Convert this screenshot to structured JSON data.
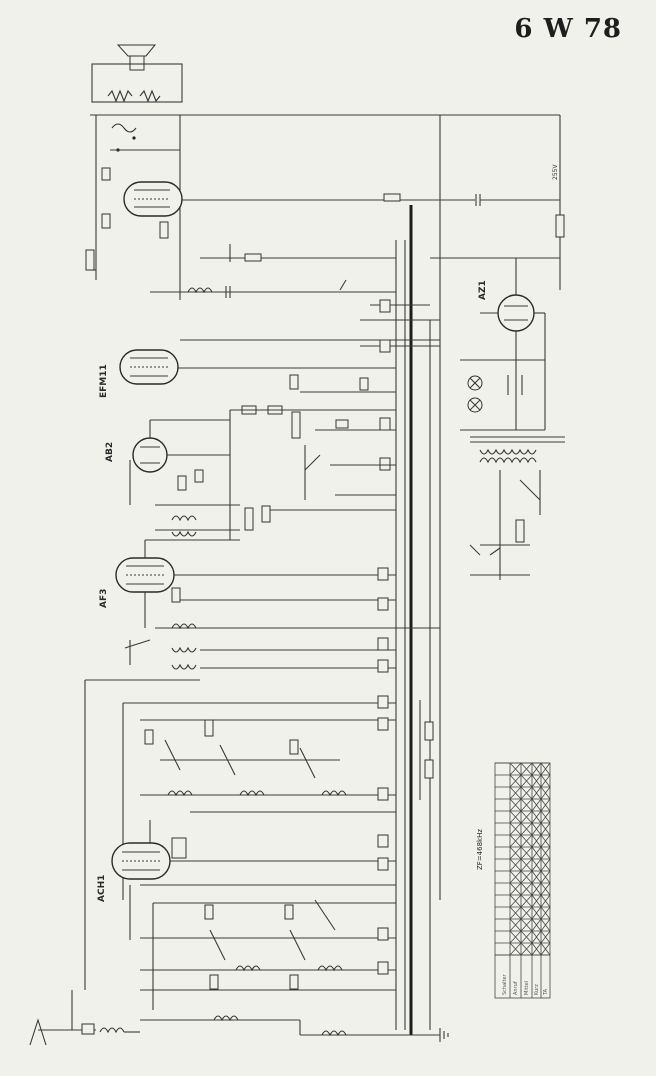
{
  "title": "6 W 78",
  "tubes": [
    {
      "id": "EFM11",
      "label": "EFM11"
    },
    {
      "id": "AB2",
      "label": "AB2"
    },
    {
      "id": "AF3",
      "label": "AF3"
    },
    {
      "id": "ACH1",
      "label": "ACH1"
    },
    {
      "id": "AZ1",
      "label": "AZ1"
    }
  ],
  "annotations": {
    "power_voltage": "255V",
    "freq_note": "ZF=468kHz"
  },
  "switch_table": {
    "rows": [
      "Schalter",
      "Anruf",
      "Mittel",
      "Kurz",
      "TA"
    ]
  }
}
